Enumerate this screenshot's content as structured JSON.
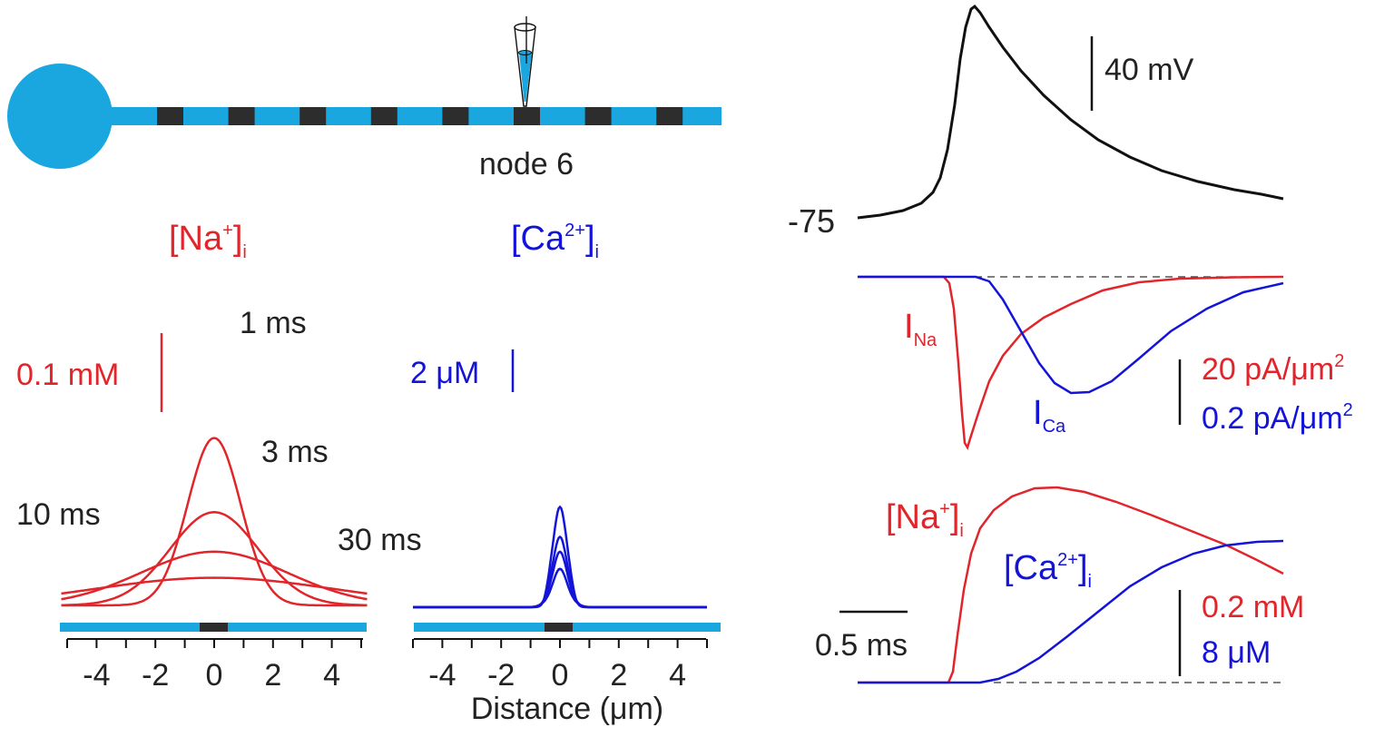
{
  "colors": {
    "red": "#e0262b",
    "blue": "#1414d8",
    "axon": "#1aa7e0",
    "node": "#2d2d2d",
    "black": "#111111"
  },
  "schematic": {
    "node_label": "node 6",
    "node_count": 8,
    "recorded_node_index": 6
  },
  "na_panel": {
    "title_main": "[Na",
    "title_sup": "+",
    "title_close": "]",
    "title_sub": "i",
    "scale_label": "0.1 mM",
    "time_labels": [
      "1 ms",
      "3 ms",
      "10 ms",
      "30 ms"
    ],
    "peaks_mM": [
      0.212,
      0.118,
      0.068,
      0.035
    ],
    "sigma_um": [
      0.9,
      1.5,
      2.5,
      4.0
    ]
  },
  "ca_panel": {
    "title_main": "[Ca",
    "title_sup": "2+",
    "title_close": "]",
    "title_sub": "i",
    "scale_label_num": "2 ",
    "scale_label_unit": "μM",
    "peaks_uM": [
      4.7,
      3.3,
      2.6,
      1.8
    ]
  },
  "distance_axis": {
    "ticks": [
      "-4",
      "-2",
      "0",
      "2",
      "4"
    ],
    "xlabel": "Distance (μm)"
  },
  "voltage": {
    "rest_label": "-75",
    "scale_label": "40 mV"
  },
  "currents": {
    "ina_label": "I",
    "ina_sub": "Na",
    "ica_label": "I",
    "ica_sub": "Ca",
    "scale_label_1": "20 pA/μm",
    "scale_label_1_sup": "2",
    "scale_label_2": "0.2 pA/μm",
    "scale_label_2_sup": "2"
  },
  "concentrations": {
    "na_main": "[Na",
    "na_sup": "+",
    "na_close": "]",
    "na_sub": "i",
    "ca_main": "[Ca",
    "ca_sup": "2+",
    "ca_close": "]",
    "ca_sub": "i",
    "time_scale_label": "0.5 ms",
    "scale_label_1": "0.2 mM",
    "scale_label_2": "8 μM"
  }
}
